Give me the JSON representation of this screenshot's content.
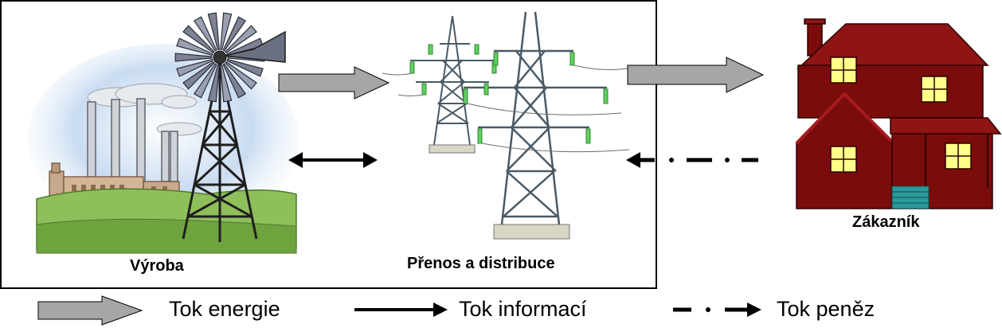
{
  "nodes": {
    "production": {
      "label": "Výroba"
    },
    "transmission": {
      "label": "Přenos a distribuce"
    },
    "customer": {
      "label": "Zákazník"
    }
  },
  "legend": {
    "energy": "Tok energie",
    "information": "Tok informací",
    "money": "Tok peněz"
  },
  "colors": {
    "energy_arrow_fill": "#a6a6a6",
    "house_wall": "#7a0c0c",
    "house_roof": "#8f1414",
    "window": "#ffff8a",
    "pylon_steel": "#8a9aa8",
    "grass": "#7fae4a",
    "sky": "#a9c6e8"
  }
}
